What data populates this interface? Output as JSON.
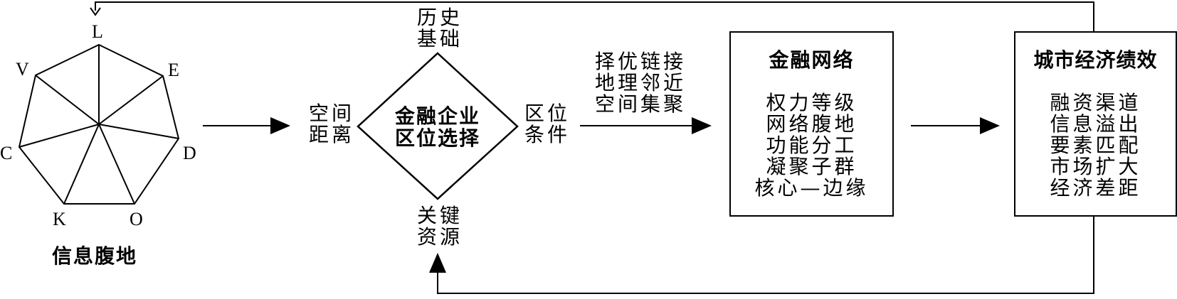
{
  "heptagon": {
    "vertices": [
      "L",
      "E",
      "D",
      "O",
      "K",
      "C",
      "V"
    ],
    "caption": "信息腹地"
  },
  "diamond": {
    "label_line1": "金融企业",
    "label_line2": "区位选择",
    "top_line1": "历史",
    "top_line2": "基础",
    "left_line1": "空间",
    "left_line2": "距离",
    "right_line1": "区位",
    "right_line2": "条件",
    "bottom_line1": "关键",
    "bottom_line2": "资源"
  },
  "mechanisms": [
    "择优链接",
    "地理邻近",
    "空间集聚"
  ],
  "finance_network": {
    "title": "金融网络",
    "items": [
      "权力等级",
      "网络腹地",
      "功能分工",
      "凝聚子群",
      "核心—边缘"
    ]
  },
  "urban_performance": {
    "title": "城市经济绩效",
    "items": [
      "融资渠道",
      "信息溢出",
      "要素匹配",
      "市场扩大",
      "经济差距"
    ]
  },
  "colors": {
    "line": "#000000",
    "background": "#ffffff"
  }
}
